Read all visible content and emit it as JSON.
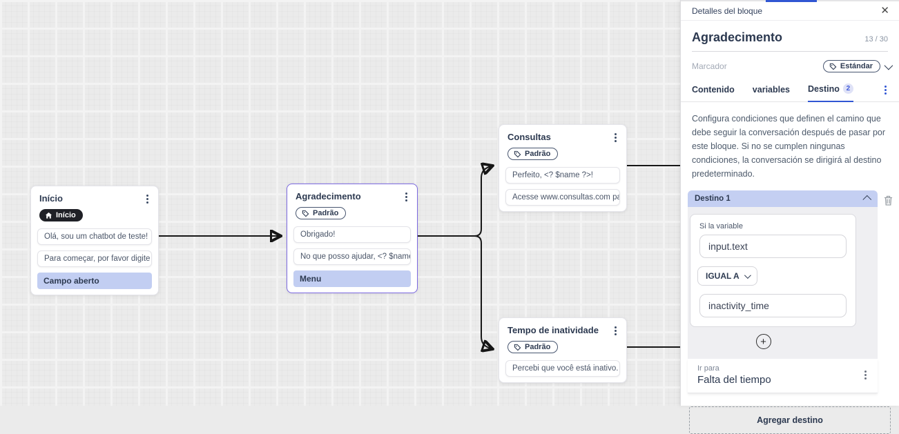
{
  "canvas": {
    "nodes": [
      {
        "title": "Início",
        "badge": "Início",
        "messages": [
          "Olá, sou um chatbot de teste!",
          "Para começar, por favor digite o ..."
        ],
        "highlight": "Campo aberto"
      },
      {
        "title": "Agradecimento",
        "badge": "Padrão",
        "messages": [
          "Obrigado!",
          "No que posso ajudar, <? $name ..."
        ],
        "highlight": "Menu"
      },
      {
        "title": "Consultas",
        "badge": "Padrão",
        "messages": [
          "Perfeito, <? $name ?>!",
          "Acesse www.consultas.com par..."
        ]
      },
      {
        "title": "Tempo de inatividade",
        "badge": "Padrão",
        "messages": [
          "Percebi que você está inativo. C..."
        ]
      }
    ]
  },
  "panel": {
    "header": "Detalles del bloque",
    "close_icon": "✕",
    "title": "Agradecimento",
    "counter": "13 / 30",
    "marker_label": "Marcador",
    "marker_value": "Estándar",
    "tabs": [
      {
        "label": "Contenido"
      },
      {
        "label": "variables"
      },
      {
        "label": "Destino",
        "badge": "2"
      }
    ],
    "description": "Configura condiciones que definen el camino que debe seguir la conversación después de pasar por este bloque. Si no se cumplen ningunas condiciones, la conversación se dirigirá al destino predeterminado.",
    "destination": {
      "header": "Destino 1",
      "condition_label": "Si la variable",
      "variable_value": "input.text",
      "operator": "IGUAL A",
      "value": "inactivity_time",
      "plus_icon": "+",
      "goto_label": "Ir para",
      "goto_value": "Falta del tiempo"
    },
    "add_button": "Agregar destino"
  },
  "colors": {
    "accent_blue": "#3056d3",
    "selected_node_border": "#7b68e0",
    "highlight_row": "#c2cef2",
    "destination_header_bg": "#c4cff2",
    "edge": "#161616",
    "canvas_bg": "#ebebeb"
  }
}
